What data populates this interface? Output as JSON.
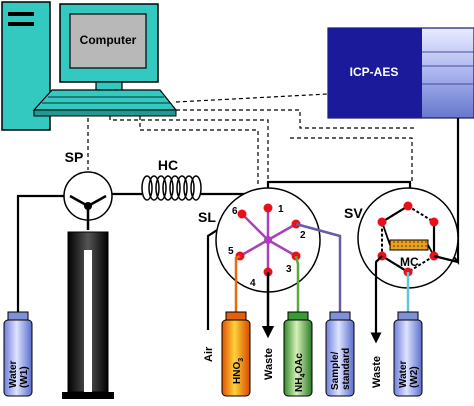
{
  "labels": {
    "computer": "Computer",
    "icp": "ICP-AES",
    "sp": "SP",
    "hc": "HC",
    "sl": "SL",
    "sv": "SV",
    "mc": "MC",
    "air": "Air",
    "waste_left": "Waste",
    "waste_right": "Waste",
    "ports": [
      "1",
      "2",
      "3",
      "4",
      "5",
      "6"
    ]
  },
  "bottles": {
    "w1": {
      "line1": "Water",
      "line2": "(W1)"
    },
    "hno3": {
      "base": "HNO",
      "sub": "3"
    },
    "nh4oac": {
      "pre": "NH",
      "sub": "4",
      "post": "OAc"
    },
    "sample": {
      "line1": "Sample/",
      "line2": "standard"
    },
    "w2": {
      "line1": "Water",
      "line2": "(W2)"
    }
  },
  "colors": {
    "computer_teal": "#33c9c0",
    "port_red": "#e8101a",
    "rotor_purple": "#a840b8",
    "line_orange": "#e66a10",
    "line_green": "#5aa838",
    "line_purple": "#6a5aa8",
    "line_cyan": "#5ec8d8",
    "icp_blue": "#1a1a9a",
    "mc_gold": "#e8a020"
  }
}
